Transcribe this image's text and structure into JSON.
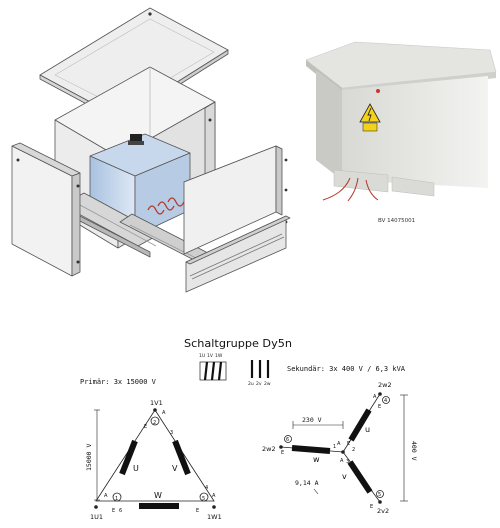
{
  "photo_caption": "BV 14075001",
  "warning_sign": "lightning-warning-icon",
  "schematic": {
    "title": "Schaltgruppe Dy5n",
    "primary_label": "Primär: 3x 15000 V",
    "secondary_label": "Sekundär: 3x 400 V / 6,3 kVA",
    "mini_primary_terminals": [
      "1U",
      "1V",
      "1W"
    ],
    "mini_secondary_terminals": [
      "2u",
      "2v",
      "2w"
    ],
    "delta": {
      "nodes": {
        "top": "1V1",
        "left": "1U1",
        "right": "1W1"
      },
      "windings": {
        "left": "U",
        "right": "V",
        "bottom": "W"
      },
      "side_voltage": "15000 V",
      "marks": {
        "n2": "2",
        "n3": "3",
        "n1": "1",
        "n4": "4",
        "n6": "6",
        "n5": "5",
        "a_top": "A",
        "e_top": "E",
        "a_left": "A",
        "e_left": "E",
        "a_right": "A",
        "e_right": "E"
      }
    },
    "star": {
      "nodes": {
        "top": "2w2",
        "left": "2w2",
        "right": "2v2"
      },
      "windings": {
        "top": "u",
        "left": "w",
        "bottom": "v"
      },
      "phase_voltage": "230 V",
      "line_voltage": "400 V",
      "current": "9,14 A",
      "marks": {
        "n4": "4",
        "n6": "6",
        "n5": "5",
        "n2": "2",
        "n1": "1",
        "n3": "3",
        "a1": "A",
        "e_top": "E",
        "e_left": "E",
        "a_mid": "A",
        "e_bottom": "E",
        "e_star": "E",
        "a_c": "A"
      }
    }
  }
}
